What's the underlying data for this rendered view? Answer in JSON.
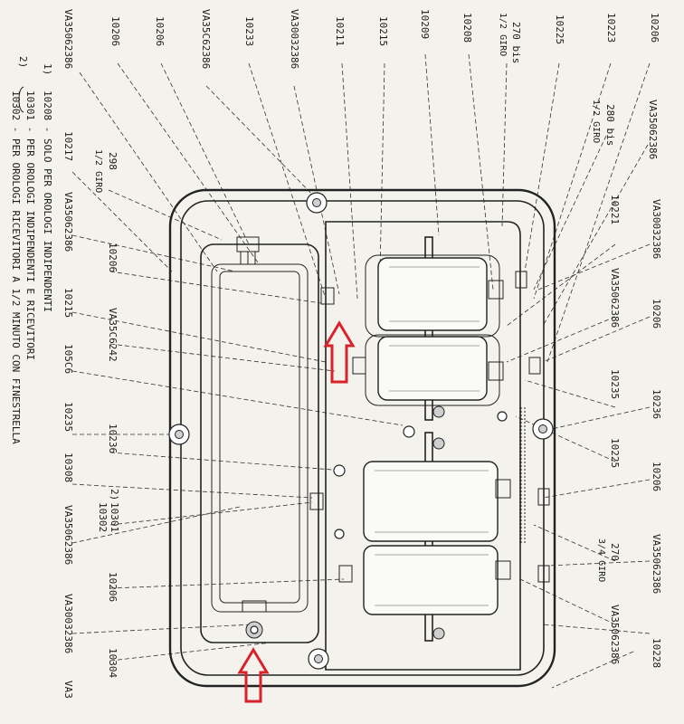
{
  "labels": {
    "top_row": [
      "VA35062386",
      "10206",
      "10206",
      "VA35C62386",
      "10233",
      "VA30032386",
      "10211",
      "10215",
      "10209",
      "10208",
      "270 bis",
      "1/2 GIRO",
      "10225",
      "10223",
      "10206"
    ],
    "upper_mid": [
      "280 bis",
      "1/2 GIRO",
      "VA35062386"
    ],
    "inner_left": [
      "10217",
      "298",
      "1/2 GIRO",
      "VA35062386",
      "10206",
      "10215",
      "VA35C6242",
      "105C6",
      "10235",
      "10236",
      "10308",
      "10301",
      "10302",
      "VA35062386",
      "10206",
      "VA30032386",
      "10304",
      "VA3"
    ],
    "right_col": [
      "10221",
      "VA30032386",
      "VA35062386",
      "10206",
      "10235",
      "10236",
      "10225",
      "10206",
      "270",
      "3/4 GIRO",
      "VA35062386",
      "VA35062386",
      "10228"
    ]
  },
  "notes": {
    "n1_marker": "1)",
    "n1_text": "10208 - SOLO PER OROLOGI INDIPENDENTI",
    "n2_marker": "2)",
    "n2_a": "10301 - PER OROLOGI INDIPENDENTI E RICEVITORI",
    "n2_b": "10302 - PER OROLOGI RICEVITORI A 1/2 MINUTO CON FINESTRELLA",
    "n2_ref": "2)"
  },
  "colors": {
    "arrow": "#d9232b",
    "paper": "#f4f2ec",
    "ink": "#1a1a1a"
  },
  "icons": [
    "up-arrow-icon",
    "up-arrow-icon"
  ]
}
